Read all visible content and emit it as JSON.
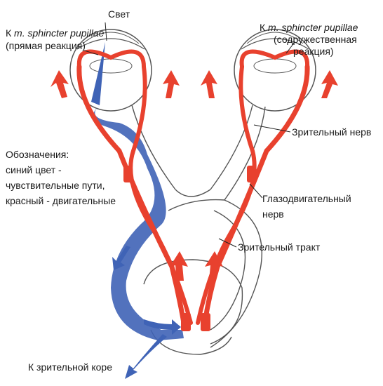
{
  "labels": {
    "light": "Свет",
    "left_target_prefix": "К ",
    "left_target_muscle": "m. sphincter pupillae",
    "left_reaction": "(прямая реакция)",
    "right_target_prefix": "К ",
    "right_target_muscle": "m. sphincter pupillae",
    "right_reaction_line1": "(содружественная",
    "right_reaction_line2": "реакция)",
    "optic_nerve": "Зрительный нерв",
    "oculomotor_line1": "Глазодвигательный",
    "oculomotor_line2": "нерв",
    "optic_tract": "Зрительный тракт",
    "to_visual_cortex": "К зрительной коре",
    "legend_title": "Обозначения:",
    "legend_blue_line1": "синий цвет -",
    "legend_blue_line2": "чувствительные пути,",
    "legend_red": "красный - двигательные"
  },
  "colors": {
    "sensory_blue": "#3f63b6",
    "motor_red": "#e8412e",
    "outline": "#555555",
    "text": "#1a1a1a"
  }
}
